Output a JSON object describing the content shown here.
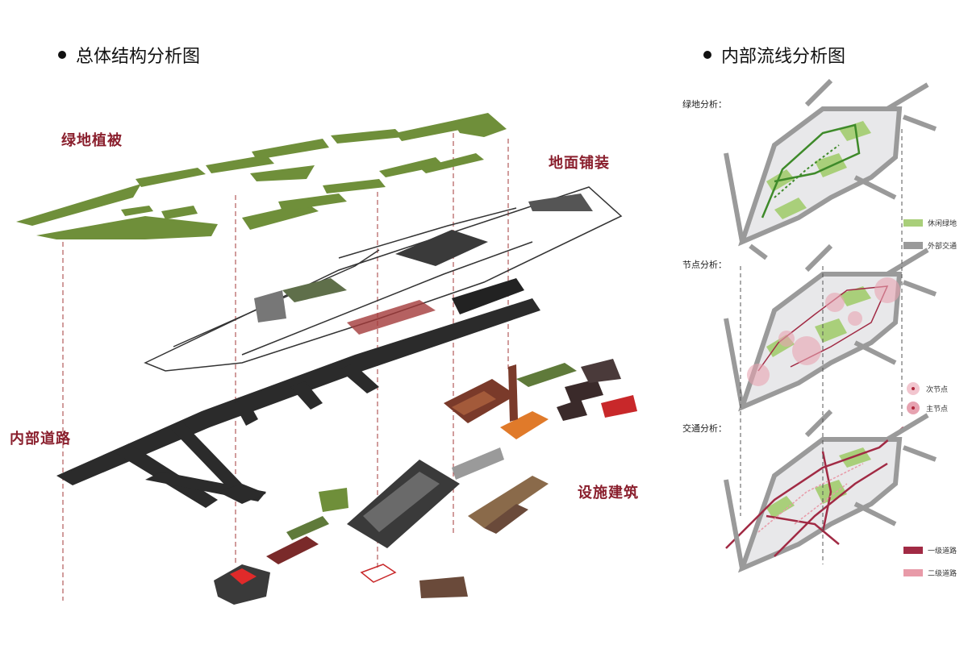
{
  "left_panel": {
    "title": "总体结构分析图",
    "layers": {
      "green": "绿地植被",
      "paving": "地面铺装",
      "roads": "内部道路",
      "buildings": "设施建筑"
    }
  },
  "right_panel": {
    "title": "内部流线分析图",
    "green_analysis": {
      "label": "绿地分析：",
      "legend_green": "休闲绿地",
      "legend_external": "外部交通"
    },
    "node_analysis": {
      "label": "节点分析：",
      "legend_minor": "次节点",
      "legend_major": "主节点"
    },
    "traffic_analysis": {
      "label": "交通分析：",
      "legend_primary": "一级道路",
      "legend_secondary": "二级道路"
    }
  },
  "colors": {
    "accent": "#8a1f2d",
    "green": "#6f8f3a",
    "light_green": "#a9cf7a",
    "gray": "#9a9a9a",
    "road_dark": "#2a2a2a",
    "primary_road": "#a12a44",
    "secondary_road": "#e89aa8",
    "node_pink": "#e7a3b1"
  }
}
